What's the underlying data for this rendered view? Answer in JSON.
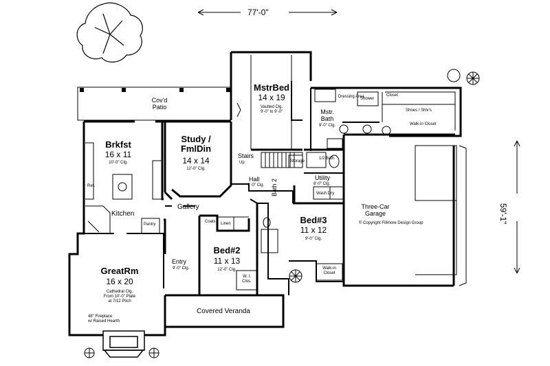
{
  "dimensions": {
    "width": "77'-0\"",
    "depth": "59'-1\""
  },
  "rooms": {
    "patio": {
      "name": "Cov'd",
      "name2": "Patio"
    },
    "master_bed": {
      "name": "MstrBed",
      "size": "14 x 19",
      "note1": "Vaulted Clg.",
      "note2": "9'-0\" to 9'-0\""
    },
    "master_bath": {
      "name": "Mstr.",
      "name2": "Bath",
      "note": "9'-0\" Clg."
    },
    "dressing": "Dressing Area",
    "shower": "Shower",
    "closet": "Closet",
    "shoes": "Shoes / Shlv's",
    "walk_in_closet_master": "Walk-in Closet",
    "breakfast": {
      "name": "Brkfst",
      "size": "16 x 11",
      "note": "10'-0\" Clg."
    },
    "study": {
      "name": "Study /",
      "name2": "FmlDin",
      "size": "14 x 14",
      "note": "12'-0\" Clg."
    },
    "stairs": {
      "name": "Stairs",
      "note": "Up"
    },
    "storage": "Storage",
    "hall": {
      "name": "Hall",
      "note": "9'-0\" Clg."
    },
    "half_bath": "1/2 Bath",
    "utility": {
      "name": "Utility",
      "note": "8'-0\" Clg."
    },
    "washer_dryer": "Wash   Dry",
    "kitchen": "Kitchen",
    "pantry": "Pantry",
    "gallery": "Gallery",
    "coats": "Coats",
    "linen": "Linen",
    "bath2": "Bath 2",
    "bed3": {
      "name": "Bed#3",
      "size": "11 x 12",
      "note": "9'-0\" Clg."
    },
    "bed2": {
      "name": "Bed#2",
      "size": "11 x 13",
      "note": "12'-0\" Clg."
    },
    "closet_bed2": {
      "line1": "W. I.",
      "line2": "Clos."
    },
    "walk_in_closet_bed3": {
      "line1": "Walk-in",
      "line2": "Closet"
    },
    "great_room": {
      "name": "GreatRm",
      "size": "16 x 20",
      "note1": "Cathedral Clg.",
      "note2": "From 10'-0\" Plate",
      "note3": "at 7/12 Pitch",
      "fireplace1": "48\" Fireplace",
      "fireplace2": "w/ Raised Hearth"
    },
    "entry": {
      "name": "Entry",
      "note": "9'-0\" Clg."
    },
    "veranda": "Covered Veranda",
    "garage": {
      "name": "Three-Car",
      "name2": "Garage",
      "copyright": "© Copyright Fillmore Design Group"
    },
    "ref": "Ref."
  }
}
